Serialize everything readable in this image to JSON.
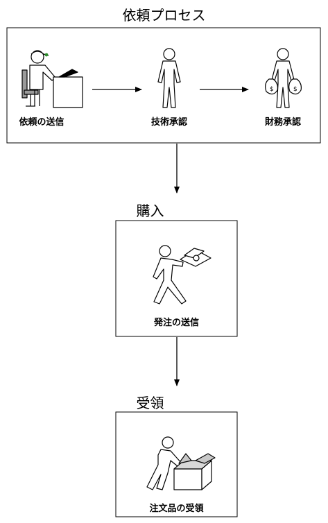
{
  "process": {
    "title": "依頼プロセス",
    "steps": [
      {
        "label": "依頼の送信",
        "icon": "person-at-desk-icon"
      },
      {
        "label": "技術承認",
        "icon": "person-standing-icon"
      },
      {
        "label": "財務承認",
        "icon": "person-with-money-bags-icon"
      }
    ]
  },
  "purchase": {
    "title": "購入",
    "step": {
      "label": "発注の送信",
      "icon": "person-walking-with-money-icon"
    }
  },
  "receipt": {
    "title": "受領",
    "step": {
      "label": "注文品の受領",
      "icon": "person-with-box-icon"
    }
  }
}
